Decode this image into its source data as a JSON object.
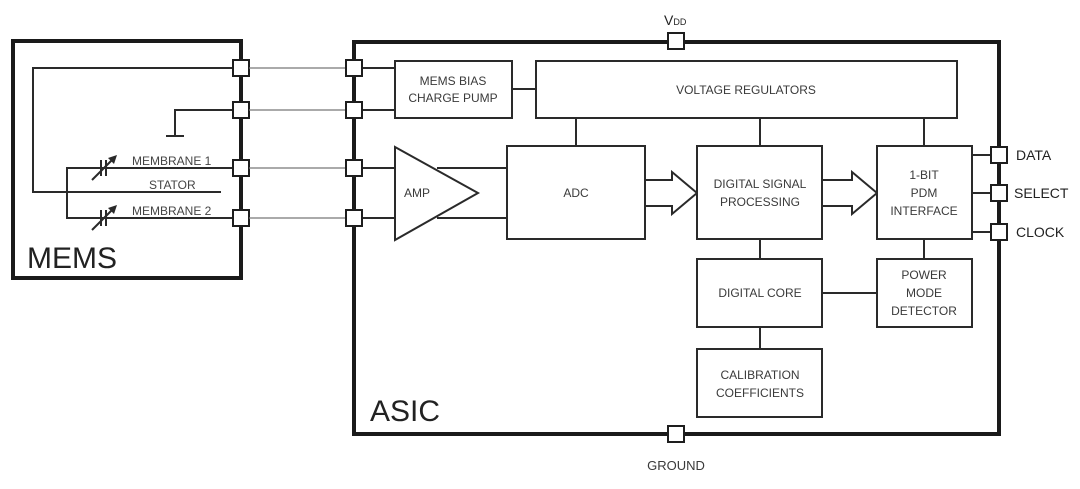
{
  "diagram": {
    "mems": {
      "title": "MEMS",
      "labels": {
        "membrane1": "MEMBRANE 1",
        "stator": "STATOR",
        "membrane2": "MEMBRANE 2"
      }
    },
    "asic": {
      "title": "ASIC",
      "blocks": {
        "mems_bias": [
          "MEMS BIAS",
          "CHARGE PUMP"
        ],
        "voltage_regulators": "VOLTAGE REGULATORS",
        "amp": "AMP",
        "adc": "ADC",
        "dsp": [
          "DIGITAL SIGNAL",
          "PROCESSING"
        ],
        "pdm": [
          "1-BIT",
          "PDM",
          "INTERFACE"
        ],
        "digital_core": "DIGITAL CORE",
        "power_mode": [
          "POWER",
          "MODE",
          "DETECTOR"
        ],
        "calibration": [
          "CALIBRATION",
          "COEFFICIENTS"
        ]
      },
      "pins": {
        "vdd_main": "V",
        "vdd_sub": "DD",
        "ground": "GROUND",
        "data": "DATA",
        "select": "SELECT",
        "clock": "CLOCK"
      }
    }
  }
}
